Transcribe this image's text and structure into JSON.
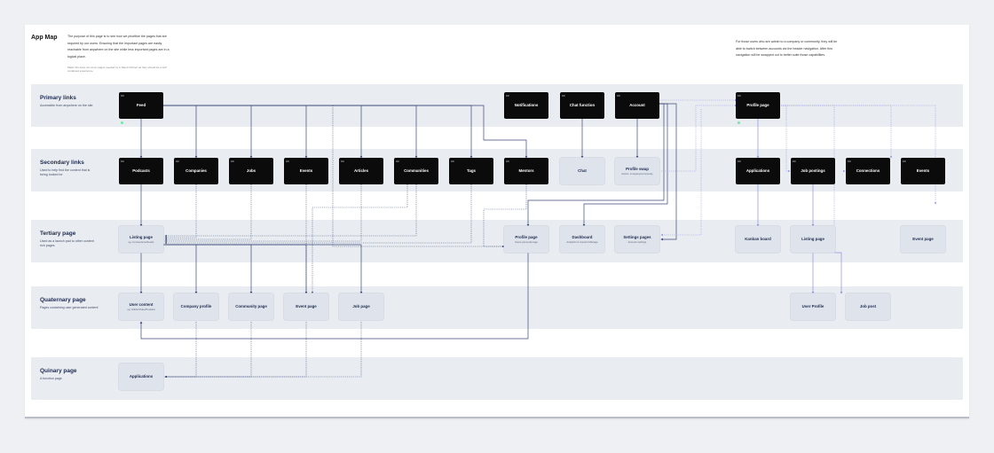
{
  "page": {
    "title": "App Map",
    "intro": "The purpose of this page is to see how we prioritise the pages that are required by our users. Ensuring that the important pages are easily reachable from anywhere on the site while less important pages are in a logical place.",
    "intro_note": "Make this does not cover pages needed by a Talent Partner as they should be a self contained experience.",
    "admin_note": "For those users who are admin to a company or community, they will be able to switch between accounts via the header navigation. After this navigation will be swapped out to better suite those capabilities."
  },
  "bands": [
    {
      "title": "Primary links",
      "desc": "Accessible from anywhere on the site"
    },
    {
      "title": "Secondary links",
      "desc": "Used to help find the content that is being looked for"
    },
    {
      "title": "Tertiary page",
      "desc": "Used as a launch pad to other content rich pages"
    },
    {
      "title": "Quaternary page",
      "desc": "Pages containing user generated content"
    },
    {
      "title": "Quinary page",
      "desc": "A function page"
    }
  ],
  "nodes": {
    "feed": {
      "label": "Feed"
    },
    "notifications": {
      "label": "Notifications"
    },
    "chat_function": {
      "label": "Chat function"
    },
    "account": {
      "label": "Account"
    },
    "profile_page_admin": {
      "label": "Profile page"
    },
    "podcasts": {
      "label": "Podcasts"
    },
    "companies": {
      "label": "Companies"
    },
    "jobs": {
      "label": "Jobs"
    },
    "events": {
      "label": "Events"
    },
    "articles": {
      "label": "Articles"
    },
    "communities": {
      "label": "Communities"
    },
    "tags": {
      "label": "Tags"
    },
    "mentors": {
      "label": "Mentors"
    },
    "chat": {
      "label": "Chat"
    },
    "profile_swap": {
      "label": "Profile swap",
      "sub": "Admin: company/community"
    },
    "applications_admin": {
      "label": "Applications"
    },
    "job_postings": {
      "label": "Job postings"
    },
    "connections": {
      "label": "Connections"
    },
    "events_admin": {
      "label": "Events"
    },
    "listing_page": {
      "label": "Listing page",
      "sub": "eg. Connections/Feeds"
    },
    "profile_page": {
      "label": "Profile page",
      "sub": "Users personal page"
    },
    "dashboard": {
      "label": "Dashboard",
      "sub": "Analytics & Content Manage"
    },
    "settings_pages": {
      "label": "Settings pages",
      "sub": "Account settings"
    },
    "kanban_board": {
      "label": "Kanban board"
    },
    "listing_page_admin": {
      "label": "Listing page"
    },
    "event_page_admin": {
      "label": "Event page"
    },
    "user_content": {
      "label": "User content",
      "sub": "eg. Article/Video/Podcast"
    },
    "company_profile": {
      "label": "Company profile"
    },
    "community_page": {
      "label": "Community page"
    },
    "event_page": {
      "label": "Event page"
    },
    "job_page": {
      "label": "Job page"
    },
    "user_profile_admin": {
      "label": "User Profile"
    },
    "job_post_admin": {
      "label": "Job post"
    },
    "applications": {
      "label": "Applications"
    }
  },
  "colors": {
    "dark_node": "#0b0b0c",
    "light_node": "#dfe4ec",
    "band": "#e9ecf0",
    "wire_solid": "#3b4a7a",
    "wire_dotted": "#3b4a7a",
    "wire_admin": "#8f92e6",
    "marker": "#6ee7a8"
  }
}
